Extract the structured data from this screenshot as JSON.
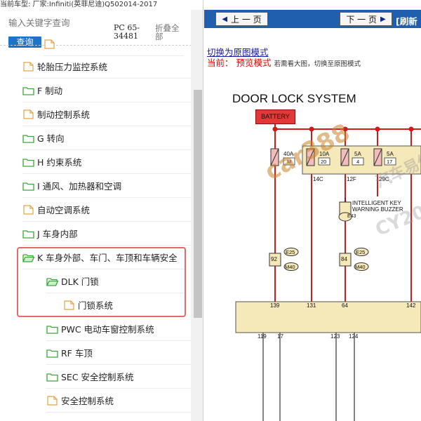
{
  "top_info": "当前车型:  厂家:Infiniti(英菲尼迪)Q502014-2017",
  "search": {
    "placeholder": "输入关键字查询",
    "button": "查询",
    "vehicle_code": "PC 65-34481",
    "collapse_all": "折叠全部"
  },
  "tree": [
    {
      "label": "轮胎压力监控系统",
      "icon": "document-icon"
    },
    {
      "label": "F 制动",
      "icon": "folder-icon"
    },
    {
      "label": "制动控制系统",
      "icon": "document-icon"
    },
    {
      "label": "G 转向",
      "icon": "folder-icon"
    },
    {
      "label": "H 约束系统",
      "icon": "folder-icon"
    },
    {
      "label": "I 通风、加热器和空调",
      "icon": "folder-icon"
    },
    {
      "label": "自动空调系统",
      "icon": "document-icon"
    },
    {
      "label": "J 车身内部",
      "icon": "folder-icon"
    },
    {
      "label": "K 车身外部、车门、车顶和车辆安全",
      "icon": "folder-open-icon"
    },
    {
      "label": "DLK 门锁",
      "icon": "folder-open-icon"
    },
    {
      "label": "门锁系统",
      "icon": "document-icon"
    },
    {
      "label": "PWC 电动车窗控制系统",
      "icon": "folder-icon"
    },
    {
      "label": "RF 车顶",
      "icon": "folder-icon"
    },
    {
      "label": "SEC 安全控制系统",
      "icon": "folder-icon"
    },
    {
      "label": "安全控制系统",
      "icon": "document-icon"
    }
  ],
  "toolbar": {
    "prev": "上 一 页",
    "next": "下 一 页",
    "refresh": "[刷新"
  },
  "view": {
    "toggle_link": "切换为原图模式",
    "current_label": "当前：",
    "current_mode": "预览模式",
    "mode_note": "若需看大图，切换至原图模式"
  },
  "diagram": {
    "title": "DOOR LOCK SYSTEM",
    "battery": "BATTERY",
    "fuses": [
      {
        "amp": "40A",
        "id": "M"
      },
      {
        "amp": "10A",
        "id": "20"
      },
      {
        "amp": "5A",
        "id": "4"
      },
      {
        "amp": "5A",
        "id": "17"
      }
    ],
    "fuse_refs": [
      "14C",
      "12F",
      "29C"
    ],
    "buzzer_label": "INTELLIGENT KEY WARNING BUZZER",
    "buzzer_pin": "1",
    "buzzer_conn": "E43",
    "connectors_left": [
      "E25",
      "M40"
    ],
    "connectors_mid": [
      "E25",
      "M40"
    ],
    "circle_left": "92",
    "circle_mid": "84",
    "module_pins_top": [
      "139",
      "131",
      "64",
      "142"
    ],
    "module_pins_bottom": [
      "119",
      "17",
      "123",
      "124"
    ],
    "watermarks": [
      "car388",
      "汽车易修",
      "CY20"
    ]
  },
  "colors": {
    "nav_blue": "#1f5fae",
    "search_blue": "#1e73c8",
    "highlight_red": "#e46a6a",
    "wire_red": "#d21a1a",
    "mode_red": "#e00000"
  }
}
